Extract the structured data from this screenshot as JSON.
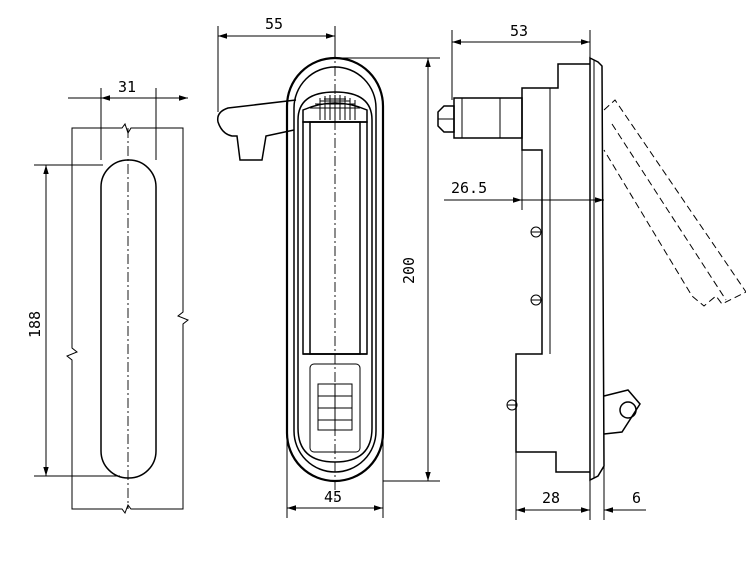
{
  "views": {
    "left": {
      "width_label": "31",
      "height_label": "188"
    },
    "front": {
      "offset_label": "55",
      "height_label": "200",
      "width_label": "45"
    },
    "side": {
      "depth_label": "53",
      "inner_label": "26.5",
      "base_label": "28",
      "edge_label": "6"
    }
  }
}
